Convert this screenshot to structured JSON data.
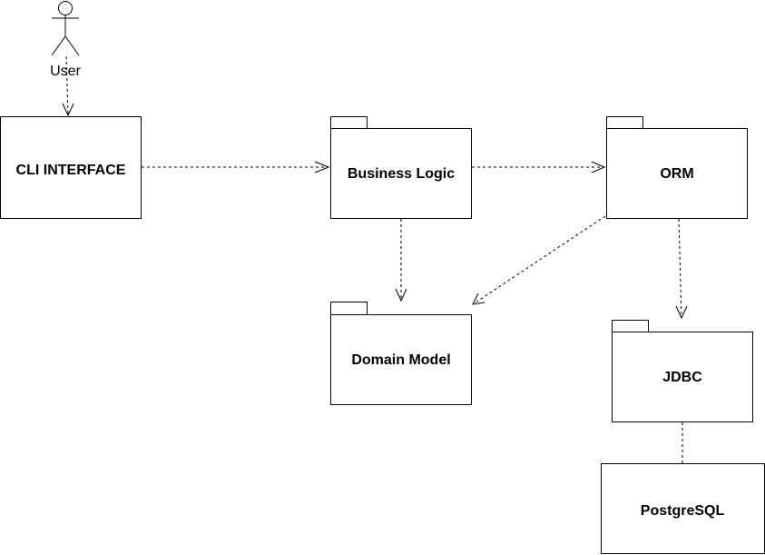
{
  "actor": {
    "label": "User"
  },
  "nodes": {
    "cli": {
      "label": "CLI INTERFACE"
    },
    "business_logic": {
      "label": "Business Logic"
    },
    "orm": {
      "label": "ORM"
    },
    "domain_model": {
      "label": "Domain Model"
    },
    "jdbc": {
      "label": "JDBC"
    },
    "postgresql": {
      "label": "PostgreSQL"
    }
  },
  "edges": [
    {
      "from": "actor",
      "to": "cli",
      "style": "dashed",
      "arrow": "open"
    },
    {
      "from": "cli",
      "to": "business_logic",
      "style": "dashed",
      "arrow": "open"
    },
    {
      "from": "business_logic",
      "to": "orm",
      "style": "dashed",
      "arrow": "open"
    },
    {
      "from": "business_logic",
      "to": "domain_model",
      "style": "dashed",
      "arrow": "open"
    },
    {
      "from": "orm",
      "to": "domain_model",
      "style": "dashed",
      "arrow": "open"
    },
    {
      "from": "orm",
      "to": "jdbc",
      "style": "dashed",
      "arrow": "open"
    },
    {
      "from": "jdbc",
      "to": "postgresql",
      "style": "dashed",
      "arrow": "none"
    }
  ]
}
